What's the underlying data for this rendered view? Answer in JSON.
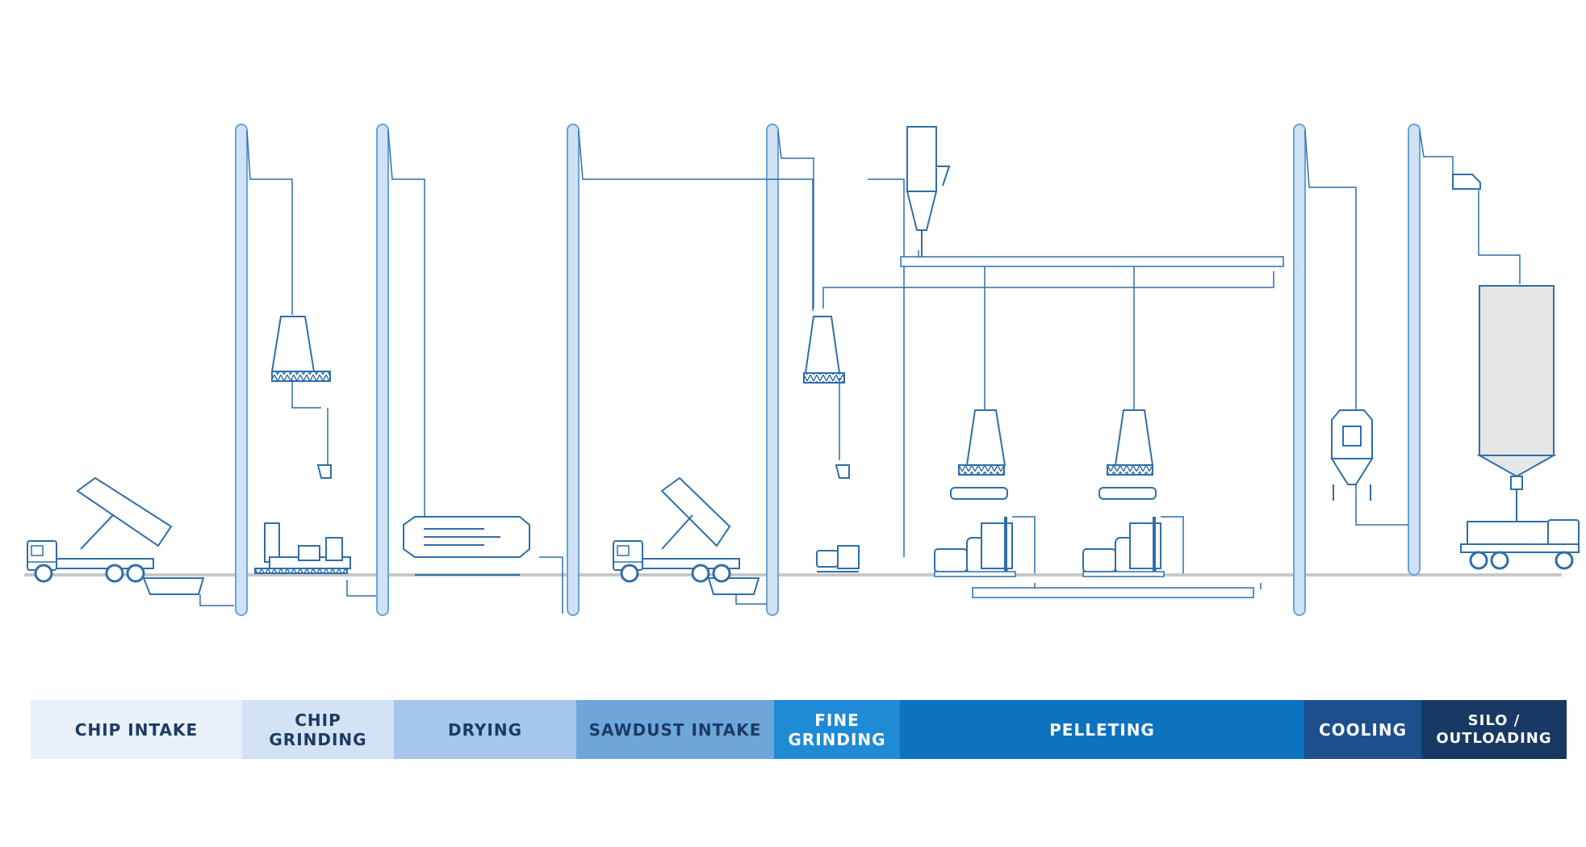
{
  "diagram": {
    "stages": [
      {
        "key": "chip-intake",
        "label": "CHIP INTAKE",
        "bg": "#e8f0fa",
        "fg": "#1c3a63"
      },
      {
        "key": "chip-grinding",
        "label": "CHIP GRINDING",
        "bg": "#d4e2f5",
        "fg": "#1c3a63"
      },
      {
        "key": "drying",
        "label": "DRYING",
        "bg": "#a6c6eb",
        "fg": "#1c3a63"
      },
      {
        "key": "sawdust-intake",
        "label": "SAWDUST INTAKE",
        "bg": "#6ea6dc",
        "fg": "#1c3a63"
      },
      {
        "key": "fine-grinding",
        "label": "FINE GRINDING",
        "bg": "#1f8ad6",
        "fg": "#ffffff"
      },
      {
        "key": "pelleting",
        "label": "PELLETING",
        "bg": "#0d72bf",
        "fg": "#ffffff"
      },
      {
        "key": "cooling",
        "label": "COOLING",
        "bg": "#1d4f8c",
        "fg": "#ffffff"
      },
      {
        "key": "silo-outloading",
        "label": "SILO / OUTLOADING",
        "bg": "#173963",
        "fg": "#ffffff"
      }
    ],
    "colors": {
      "line": "#2f6ea8",
      "elevator_fill": "#cfe1f5",
      "elevator_stroke": "#6aa3d6",
      "ground": "#c8c8c8",
      "silo_fill": "#e6e6e6"
    }
  }
}
